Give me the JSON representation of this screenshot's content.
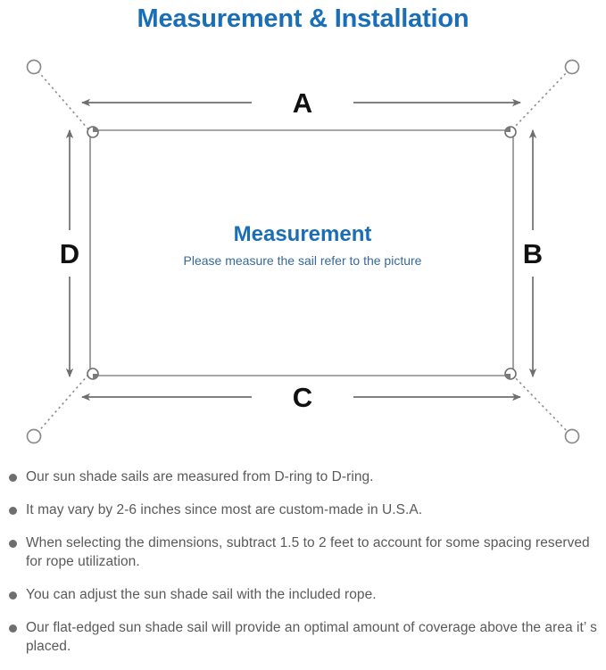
{
  "page": {
    "title": "Measurement & Installation"
  },
  "diagram": {
    "sail_title": "Measurement",
    "sail_subtitle": "Please measure the sail refer to the picture",
    "dimension_labels": {
      "top": "A",
      "right": "B",
      "bottom": "C",
      "left": "D"
    },
    "icons": {
      "anchor_point": "anchor-circle-icon",
      "d_ring": "d-ring-icon",
      "rope": "dotted-rope-line",
      "arrow": "dimension-arrow-icon"
    },
    "colors": {
      "heading_blue": "#1a6eb5",
      "subtitle_blue": "#36699b",
      "line_gray": "#7d7d7d",
      "sail_border": "#8a8a8a",
      "label_black": "#111111"
    }
  },
  "notes": [
    "Our sun shade sails are measured from D-ring to D-ring.",
    "It may vary by 2-6 inches since most are custom-made in U.S.A.",
    "When selecting the dimensions, subtract 1.5 to 2 feet to account for some spacing reserved for rope utilization.",
    "You can adjust the sun shade sail with the included rope.",
    "Our flat-edged sun shade sail will provide an optimal amount of coverage above the area it’ s placed."
  ]
}
